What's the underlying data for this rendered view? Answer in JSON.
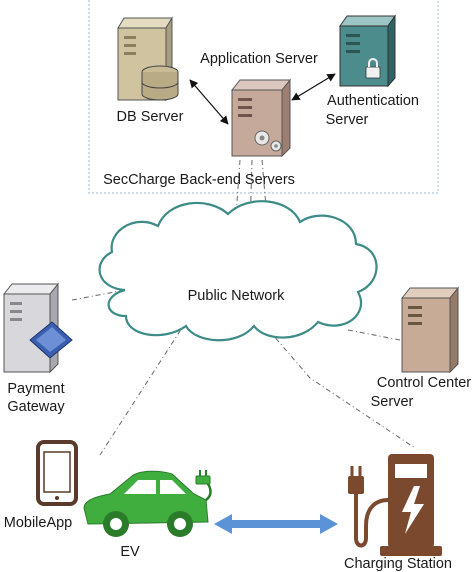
{
  "backend": {
    "db_server": "DB Server",
    "application_server": "Application Server",
    "authentication_server": [
      "Authentication",
      "Server"
    ],
    "group_label": "SecCharge Back-end Servers"
  },
  "network": {
    "label": "Public Network"
  },
  "payment_gateway": [
    "Payment",
    "Gateway"
  ],
  "control_center": [
    "Control Center",
    "Server"
  ],
  "mobile_app": "MobileApp",
  "ev": "EV",
  "charging_station": "Charging Station",
  "colors": {
    "backend_border": "#9bb7d4",
    "cloud_stroke": "#3c8b86",
    "ev_green": "#3fae3f",
    "station_brown": "#7b4a2e",
    "link_arrow": "#5b93d6",
    "db_server": "#cfc3a0",
    "app_server": "#c5a99b",
    "auth_server": "#4c8c8c",
    "control_server": "#c7ab96",
    "payment_server": "#d8d8dc"
  },
  "icons": [
    "db-server-icon",
    "application-server-icon",
    "authentication-server-icon",
    "cloud-icon",
    "payment-gateway-icon",
    "control-center-server-icon",
    "mobile-phone-icon",
    "electric-car-icon",
    "charging-station-icon"
  ]
}
